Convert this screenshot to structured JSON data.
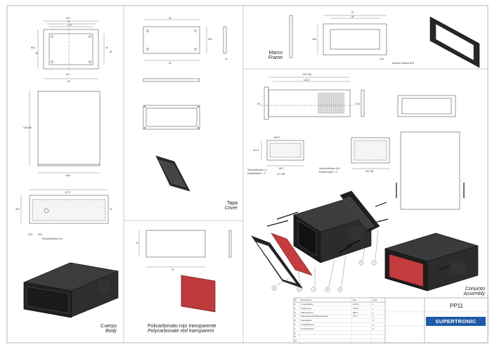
{
  "sheet": {
    "part_number": "PP11",
    "brand": "SUPERTRONIC"
  },
  "views": {
    "body": {
      "es": "Cuerpo",
      "en": "Body"
    },
    "cover": {
      "es": "Tapa",
      "en": "Cover"
    },
    "polycarbonate": {
      "es": "Policarbonato rojo transparente",
      "en": "Polycarbonate red transparent"
    },
    "frame": {
      "es": "Marco",
      "en": "Frame"
    },
    "assembly": {
      "es": "Conjunto",
      "en": "Assembly"
    }
  },
  "section_labels": {
    "body_section": "Sección/Section A-A",
    "frame_section": "Sección/ Section M-M",
    "assembly_section_1": "Sección/Section L-L",
    "assembly_section_1_scale": "Escala/Scale 1 : 2",
    "assembly_section_2": "Sección/Section N-N",
    "assembly_section_2_scale": "Escala/ Scale 1 : 2"
  },
  "dimensions": {
    "body_top": [
      "99.2",
      "92",
      "74.2",
      "80.5",
      "42",
      "60",
      "53",
      "61.7",
      "96"
    ],
    "body_side": [
      "128.505",
      "94.6"
    ],
    "body_section": [
      "117.8",
      "32",
      "39.2",
      "26.5",
      "10.6"
    ],
    "cover": [
      "90",
      "92",
      "39.4",
      "14"
    ],
    "polycarbonate": [
      "90",
      "42"
    ],
    "frame": [
      "97",
      "94",
      "38.6",
      "42.6"
    ],
    "assembly_front": [
      "132.5 (B)",
      "122.5",
      "60",
      "61.5"
    ],
    "assembly_sec_l": [
      "86.92",
      "46.19",
      "120.7",
      "117.236"
    ],
    "assembly_sec_n": [
      "110.705"
    ]
  },
  "balloons": [
    "1",
    "2",
    "3",
    "4",
    "5",
    "6",
    "7"
  ],
  "title_block": {
    "header": [
      "Nº",
      "Descripción",
      "Ref.",
      "Cant."
    ],
    "rows": [
      [
        "1",
        "Cuerpo/Body",
        "CPO-1",
        "1"
      ],
      [
        "2",
        "Tapa/Cover",
        "TPR-1",
        "1"
      ],
      [
        "3",
        "Marco/Frame",
        "MR-1",
        "1"
      ],
      [
        "4",
        "Policarbonato/Polycarbonate",
        "PC-1",
        "1"
      ],
      [
        "5",
        "Pasacables",
        "",
        "4"
      ],
      [
        "6",
        "Tornillo/Screw",
        "",
        "4"
      ],
      [
        "7",
        "Tornillo/Screw",
        "",
        "2"
      ],
      [
        "8",
        "",
        "",
        ""
      ],
      [
        "9",
        "",
        "",
        ""
      ],
      [
        "10",
        "",
        "",
        ""
      ]
    ]
  }
}
